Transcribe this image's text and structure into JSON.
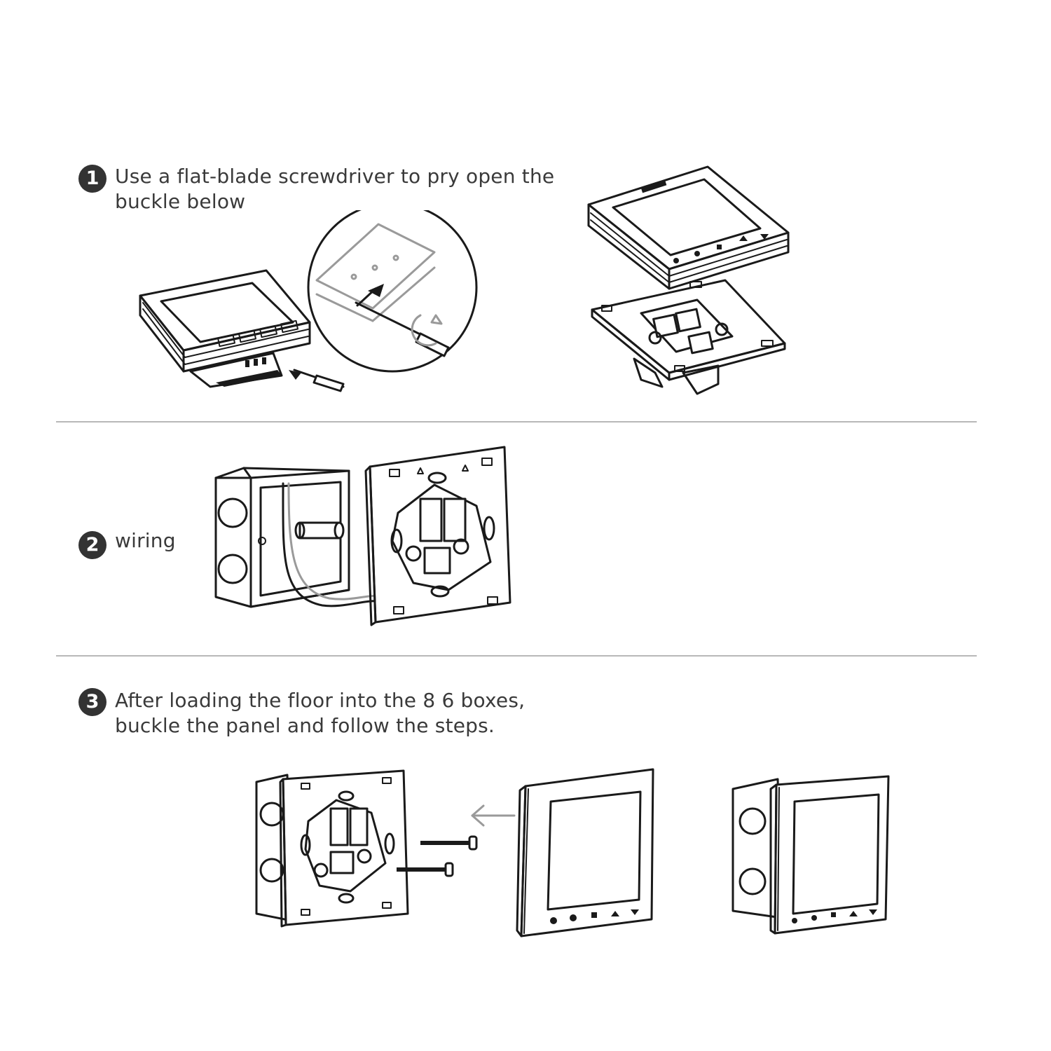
{
  "colors": {
    "text": "#3a3a3a",
    "badge": "#333333",
    "divider": "#b8b8b8",
    "line_art": "#1a1a1a"
  },
  "steps": [
    {
      "number": "1",
      "lines": [
        "Use a flat-blade screwdriver to pry open the",
        "buckle below"
      ]
    },
    {
      "number": "2",
      "lines": [
        "wiring"
      ]
    },
    {
      "number": "3",
      "lines": [
        "After loading the floor into the 8 6 boxes,",
        "buckle the panel and follow the steps."
      ]
    }
  ],
  "illustrations": {
    "step1": [
      "thermostat-with-screwdriver-detail",
      "panel-separated-from-backplate"
    ],
    "step2": [
      "junction-box-with-cable",
      "mounting-backplate"
    ],
    "step3": [
      "backplate-on-box-with-screws",
      "front-panel-with-arrow",
      "assembled-thermostat"
    ]
  }
}
